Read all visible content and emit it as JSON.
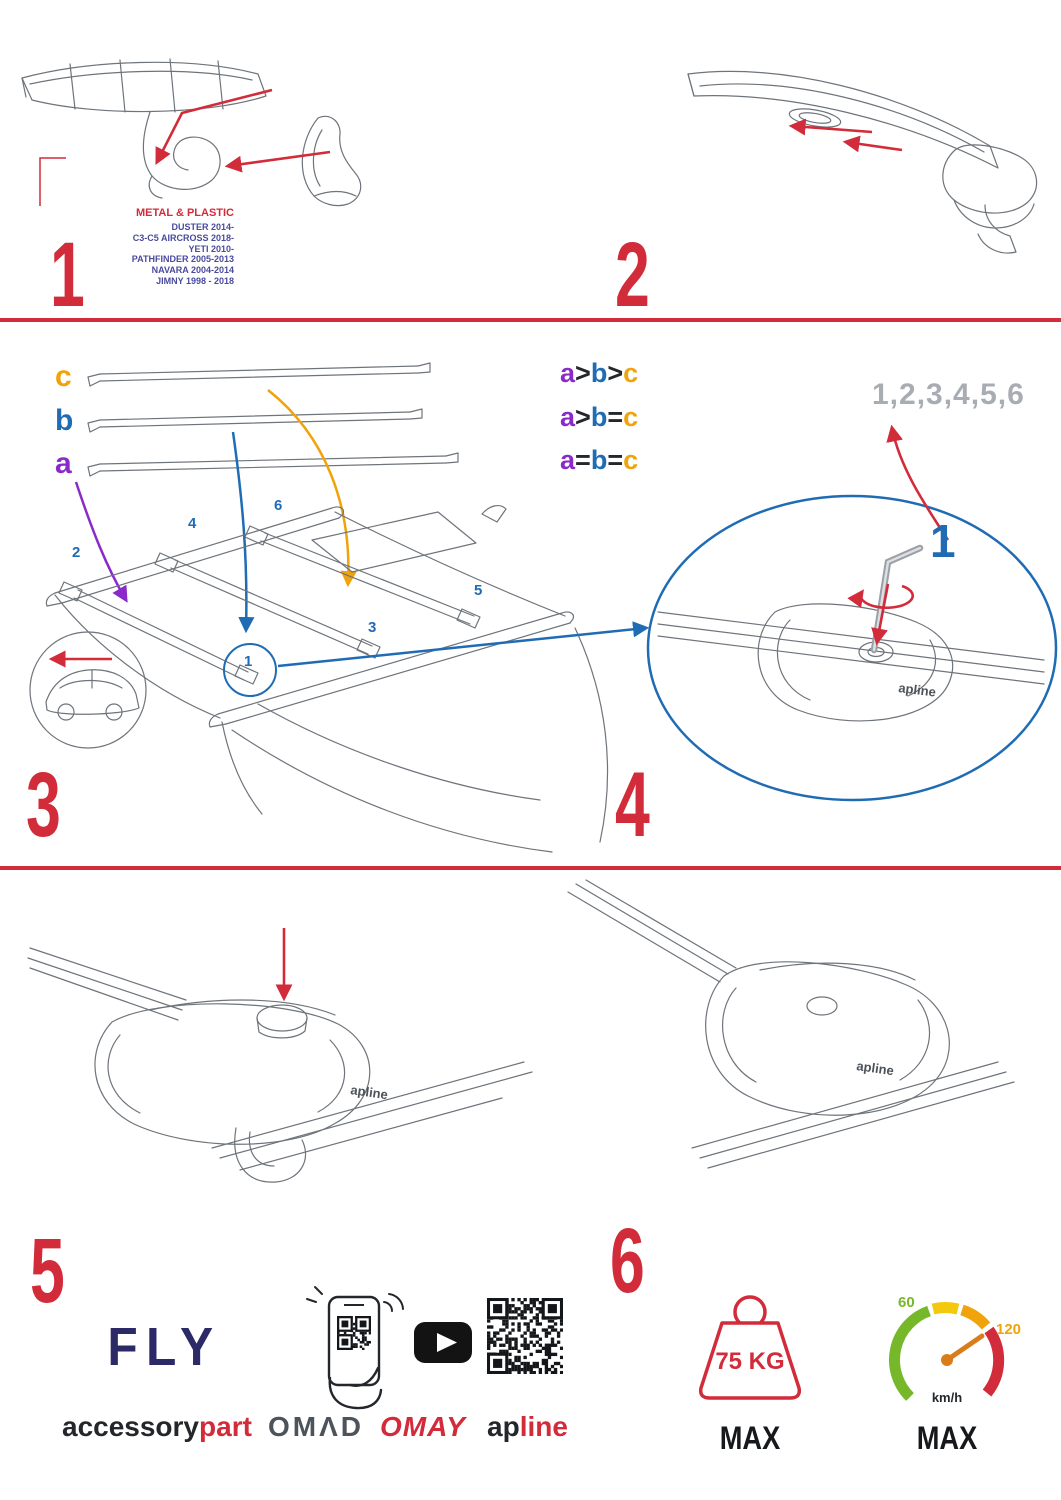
{
  "colors": {
    "red": "#d22b3a",
    "blue": "#1f6cb5",
    "purple": "#8a2bc9",
    "orange": "#f0a30a",
    "navy": "#2b2a66",
    "green": "#76b82a",
    "gray_text": "#a8adb3"
  },
  "steps": [
    "1",
    "2",
    "3",
    "4",
    "5",
    "6"
  ],
  "section1": {
    "material_label": "METAL & PLASTIC",
    "models": [
      "DUSTER 2014-",
      "C3-C5 AIRCROSS 2018-",
      "YETI 2010-",
      "PATHFINDER 2005-2013",
      "NAVARA 2004-2014",
      "JIMNY 1998 - 2018"
    ]
  },
  "section3": {
    "bar_labels": [
      "c",
      "b",
      "a"
    ],
    "legend": [
      {
        "t": [
          "a",
          ">",
          "b",
          ">",
          "c"
        ]
      },
      {
        "t": [
          "a",
          ">",
          "b",
          "=",
          "c"
        ]
      },
      {
        "t": [
          "a",
          "=",
          "b",
          "=",
          "c"
        ]
      }
    ],
    "positions": [
      "1",
      "2",
      "3",
      "4",
      "5",
      "6"
    ]
  },
  "section4": {
    "sequence": "1,2,3,4,5,6",
    "first": "1"
  },
  "foot_logo": "apline",
  "footer": {
    "fly": "FLY",
    "accessory": "accessory",
    "part": "part",
    "omad": "OMΛD",
    "omay": "OMAY",
    "apline_ap": "ap",
    "apline_line": "line"
  },
  "limits": {
    "weight": "75 KG",
    "weight_max": "MAX",
    "speed_low": "60",
    "speed_high": "120",
    "speed_unit": "km/h",
    "speed_max": "MAX"
  }
}
